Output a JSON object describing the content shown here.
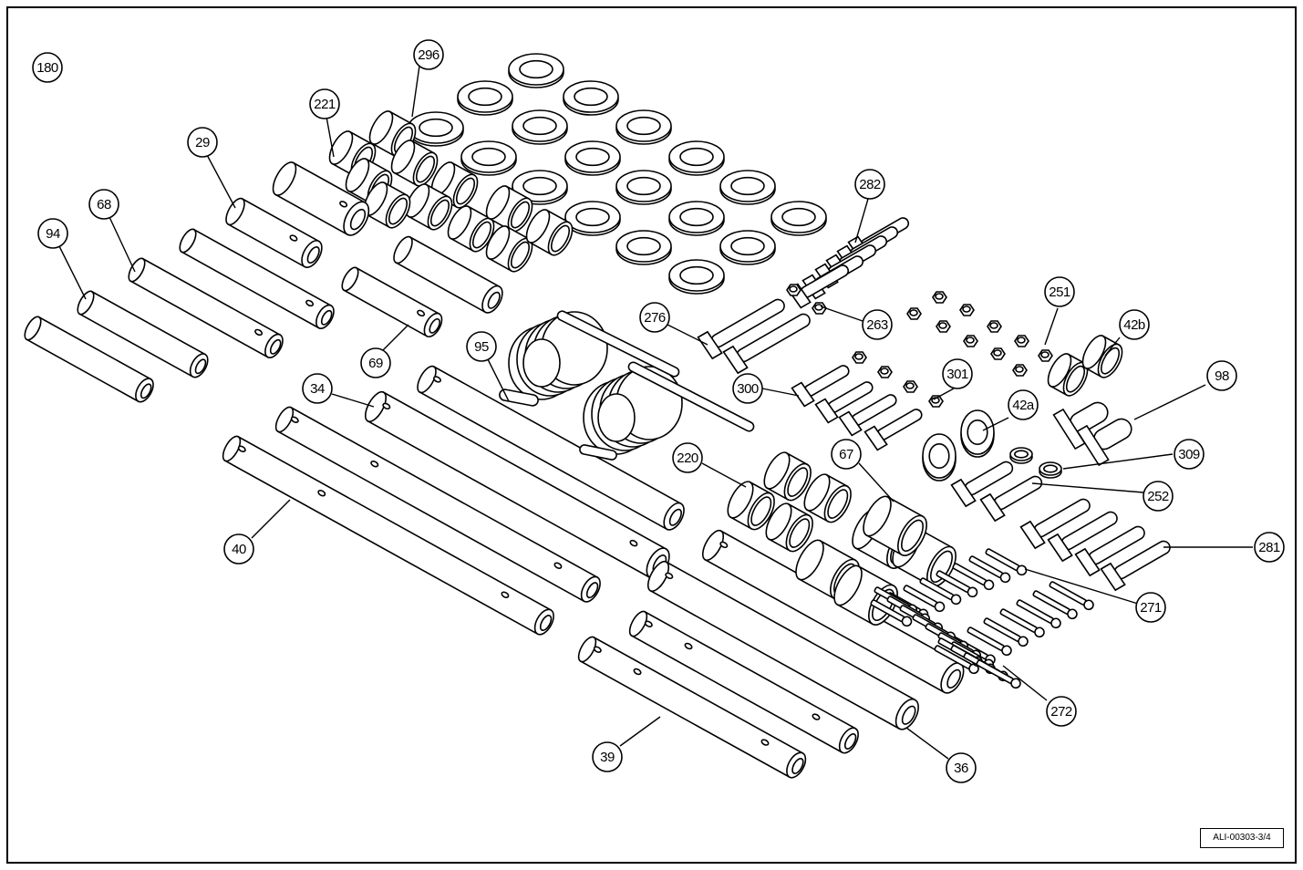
{
  "figure_ref": "180",
  "doc_code": "ALI-00303-3/4",
  "colors": {
    "ink": "#000000",
    "paper": "#ffffff"
  },
  "callouts": {
    "c296": "296",
    "c221": "221",
    "c29": "29",
    "c68": "68",
    "c94": "94",
    "c69": "69",
    "c95": "95",
    "c34": "34",
    "c40": "40",
    "c39": "39",
    "c36": "36",
    "c276": "276",
    "c263": "263",
    "c282": "282",
    "c251": "251",
    "c42b": "42b",
    "c300": "300",
    "c301": "301",
    "c42a": "42a",
    "c98": "98",
    "c309": "309",
    "c252": "252",
    "c220": "220",
    "c67": "67",
    "c281": "281",
    "c271": "271",
    "c272": "272"
  }
}
